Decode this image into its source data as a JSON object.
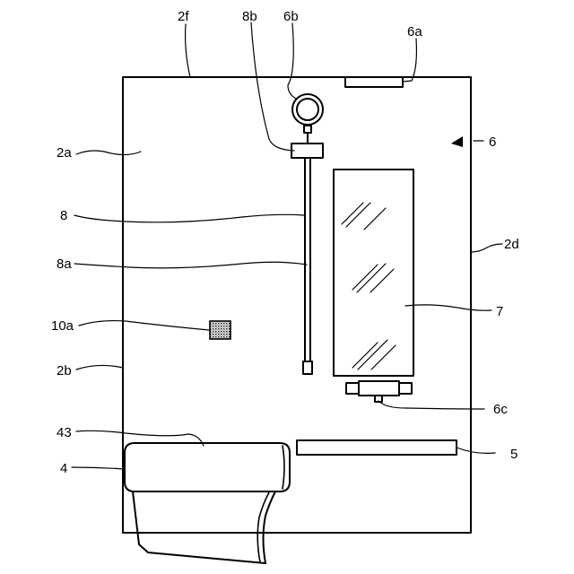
{
  "labels": {
    "l_2f": "2f",
    "l_8b": "8b",
    "l_6b": "6b",
    "l_6a": "6a",
    "l_2a": "2a",
    "l_6": "6",
    "l_8": "8",
    "l_2d": "2d",
    "l_8a": "8a",
    "l_7": "7",
    "l_10a": "10a",
    "l_2b": "2b",
    "l_6c": "6c",
    "l_43": "43",
    "l_5": "5",
    "l_4": "4"
  }
}
